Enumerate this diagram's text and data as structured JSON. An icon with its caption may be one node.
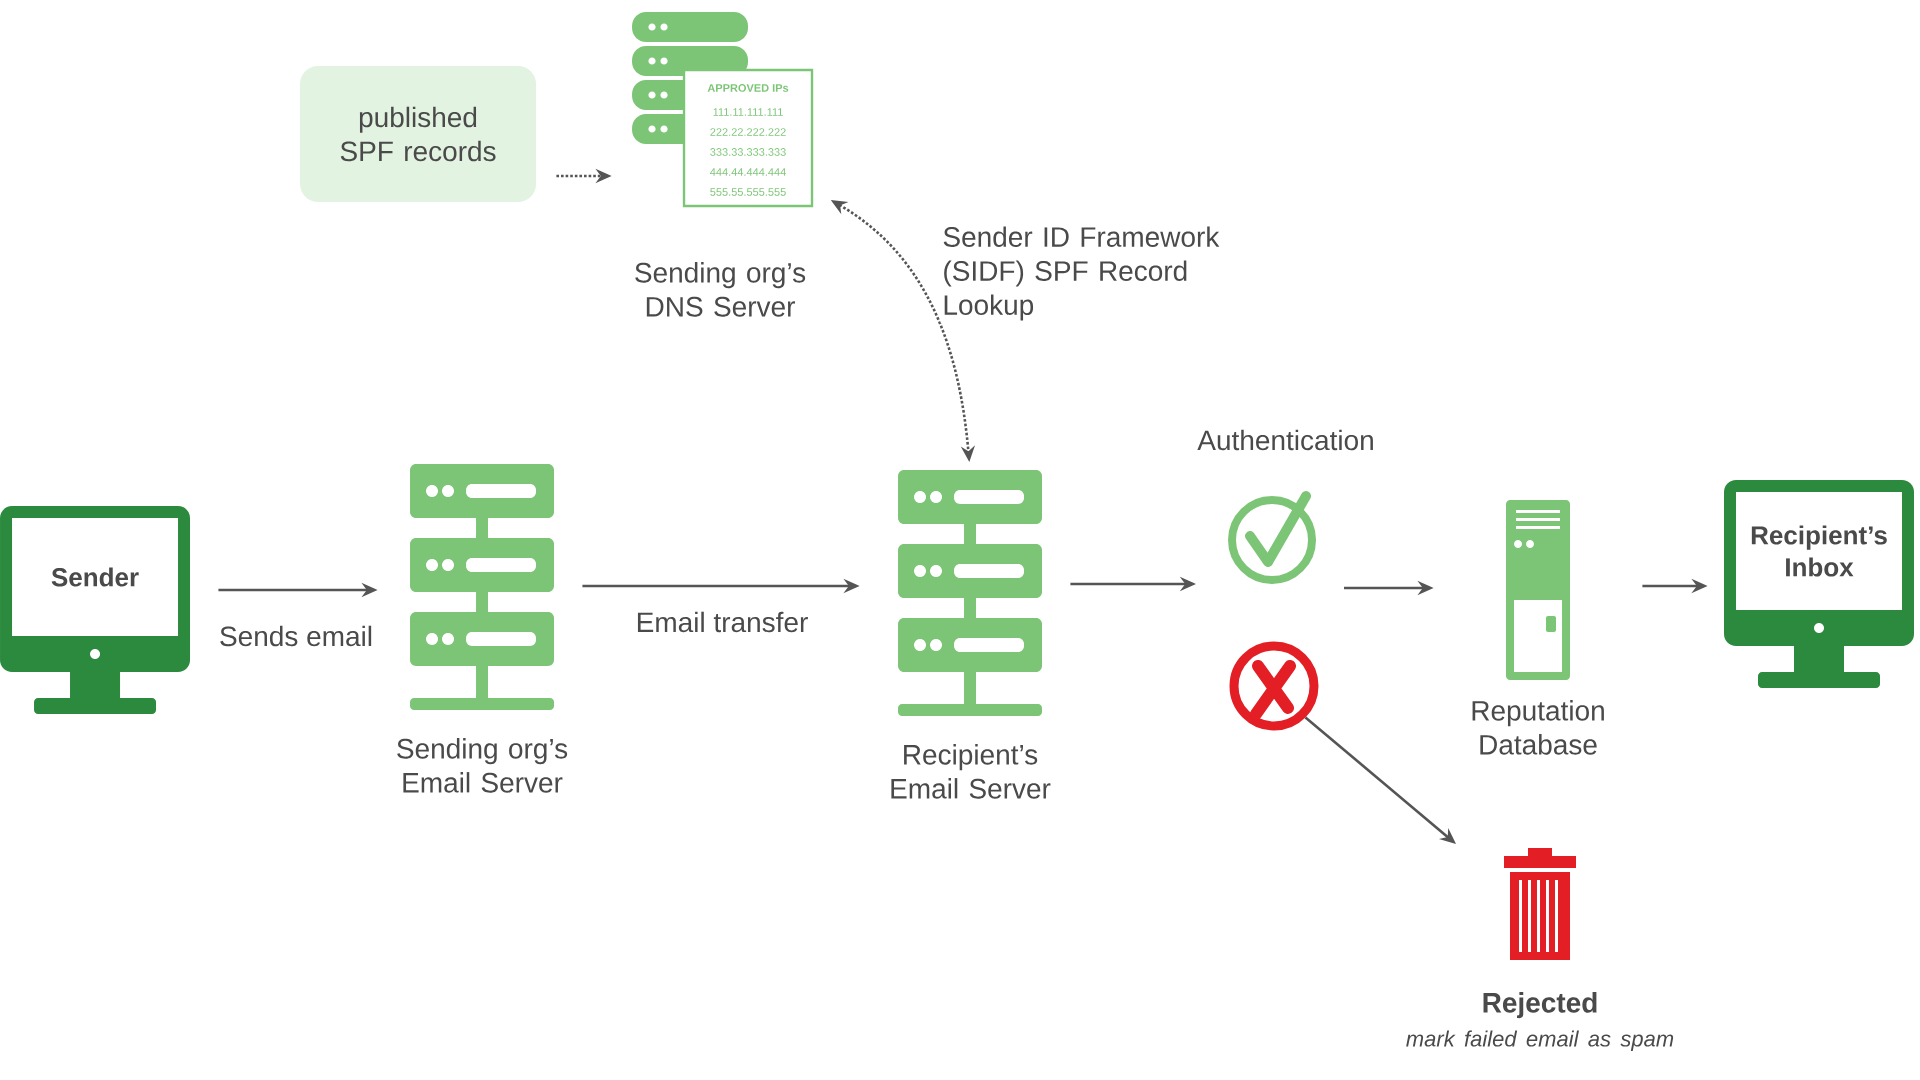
{
  "diagram": {
    "nodes": [
      {
        "text": [
          "published SPF records"
        ]
      },
      {
        "text": [
          "Sending org’s DNS Server"
        ]
      },
      {
        "text": [
          "Sender"
        ]
      },
      {
        "text": [
          "Sending org’s Email Server"
        ]
      },
      {
        "text": [
          "Recipient’s Email Server"
        ]
      },
      {
        "text": [],
        "shape": "circle",
        "beside": [
          "Authentication"
        ]
      },
      {
        "text": [],
        "shape": "circle"
      },
      {
        "text": [
          "Reputation Database"
        ]
      },
      {
        "text": [
          "Recipient’s Inbox"
        ]
      },
      {
        "text": [
          "Rejected",
          "mark failed email as spam"
        ]
      }
    ],
    "edges": [
      {
        "from": 0,
        "to": 1,
        "arrow": "to",
        "style": "dashed"
      },
      {
        "from": 1,
        "to": 4,
        "arrow": "both",
        "style": "dashed",
        "label": "Sender ID Framework (SIDF) SPF Record Lookup"
      },
      {
        "from": 2,
        "to": 3,
        "arrow": "to",
        "label": "Sends email"
      },
      {
        "from": 3,
        "to": 4,
        "arrow": "to",
        "label": "Email transfer"
      },
      {
        "from": 4,
        "to": 5,
        "arrow": "to"
      },
      {
        "from": 5,
        "to": 7,
        "arrow": "to"
      },
      {
        "from": 7,
        "to": 8,
        "arrow": "to"
      },
      {
        "from": 6,
        "to": 9,
        "arrow": "to"
      }
    ],
    "labels": [
      "APPROVED IPs",
      "111.11.111.111",
      "222.22.222.222",
      "333.33.333.333",
      "444.44.444.444",
      "555.55.555.555"
    ]
  }
}
